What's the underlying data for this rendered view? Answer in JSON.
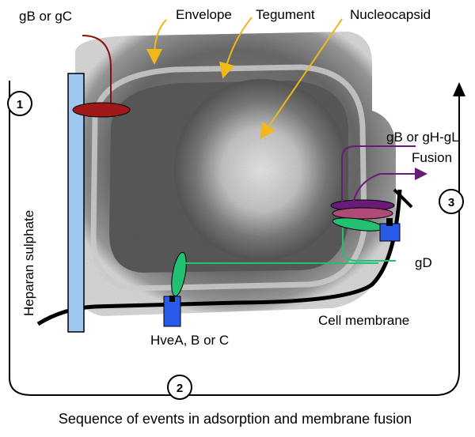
{
  "labels": {
    "gb_gc": "gB or gC",
    "envelope": "Envelope",
    "tegument": "Tegument",
    "nucleocapsid": "Nucleocapsid",
    "heparan": "Heparan sulphate",
    "gb_ghgl": "gB or gH-gL",
    "fusion": "Fusion",
    "gd": "gD",
    "receptor": "HveA, B or C",
    "cell_membrane": "Cell membrane",
    "caption": "Sequence of events in adsorption and membrane fusion"
  },
  "steps": [
    "1",
    "2",
    "3"
  ],
  "colors": {
    "heparan_bar": "#9fc8f0",
    "gbgc_protein": "#a01818",
    "gd_protein": "#22c070",
    "receptor_block": "#2a5be8",
    "fusion_purple": "#6a1a78",
    "fusion_mauve": "#b04a78",
    "arrow_yellow": "#f0b818",
    "line_red": "#8a1010",
    "line_green": "#22c070"
  },
  "icons": [
    "virion-micrograph",
    "arrow-up-icon",
    "arrow-right-icon"
  ]
}
